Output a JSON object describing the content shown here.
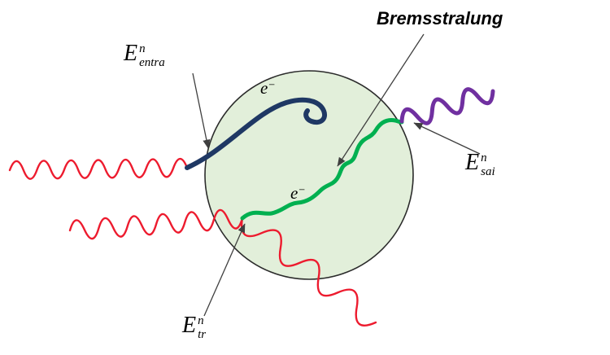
{
  "title_label": "Bremsstralung",
  "labels": {
    "entra": {
      "base": "E",
      "sup": "n",
      "sub": "entra"
    },
    "sai": {
      "base": "E",
      "sup": "n",
      "sub": "sai"
    },
    "tr": {
      "base": "E",
      "sup": "n",
      "sub": "tr"
    },
    "electron_top": {
      "base": "e",
      "sup": "−"
    },
    "electron_mid": {
      "base": "e",
      "sup": "−"
    }
  },
  "colors": {
    "background": "#ffffff",
    "sphere_fill": "#e2efda",
    "sphere_stroke": "#2b2b2b",
    "incident_photon": "#ed1b2e",
    "electron_primary": "#1f3864",
    "electron_secondary": "#00b050",
    "emitted_photon": "#7030a0",
    "arrow": "#3f3f3f",
    "text": "#000000"
  }
}
